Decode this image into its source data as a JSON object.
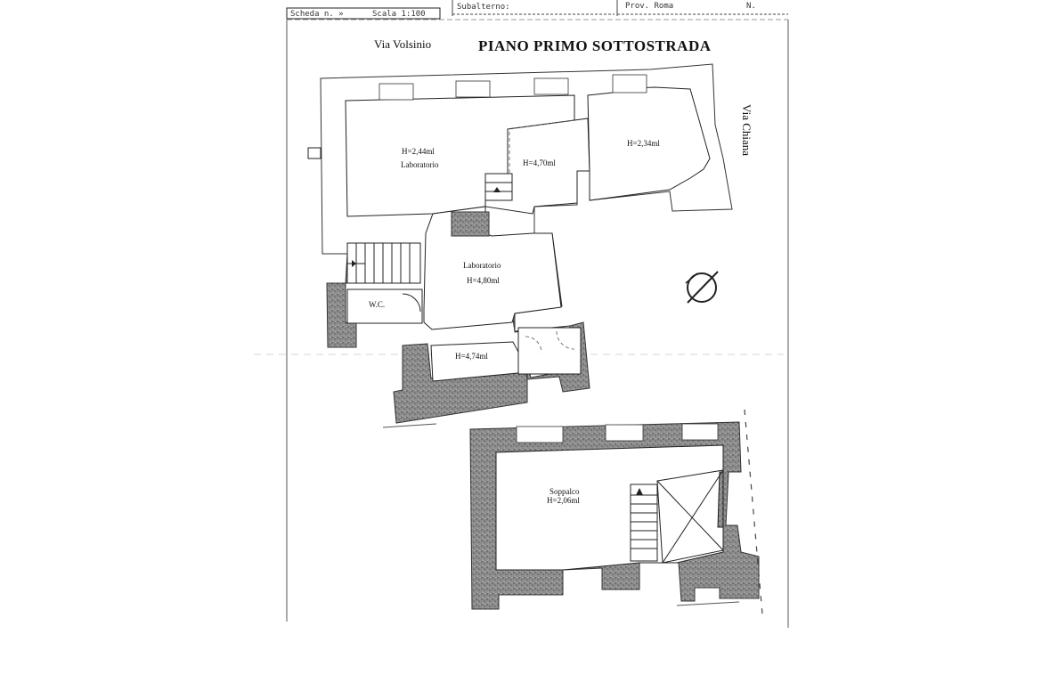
{
  "header": {
    "scheda": "Scheda n. »",
    "scala": "Scala 1:100",
    "subalterno": "Subalterno:",
    "prov": "Prov. Roma",
    "numero": "N."
  },
  "plan": {
    "title": "PIANO PRIMO SOTTOSTRADA",
    "street_north": "Via Volsinio",
    "street_east": "Via Chiana"
  },
  "rooms": {
    "lab_upper_height": "H=2,44ml",
    "lab_upper_name": "Laboratorio",
    "mid_height": "H=4,70ml",
    "right_height": "H=2,34ml",
    "lab_center_name": "Laboratorio",
    "lab_center_height": "H=4,80ml",
    "wc": "W.C.",
    "bottom_height": "H=4,74ml",
    "soppalco_name": "Soppalco",
    "soppalco_height": "H=2,06ml"
  },
  "icons": {
    "north_arrow": "compass-icon"
  }
}
